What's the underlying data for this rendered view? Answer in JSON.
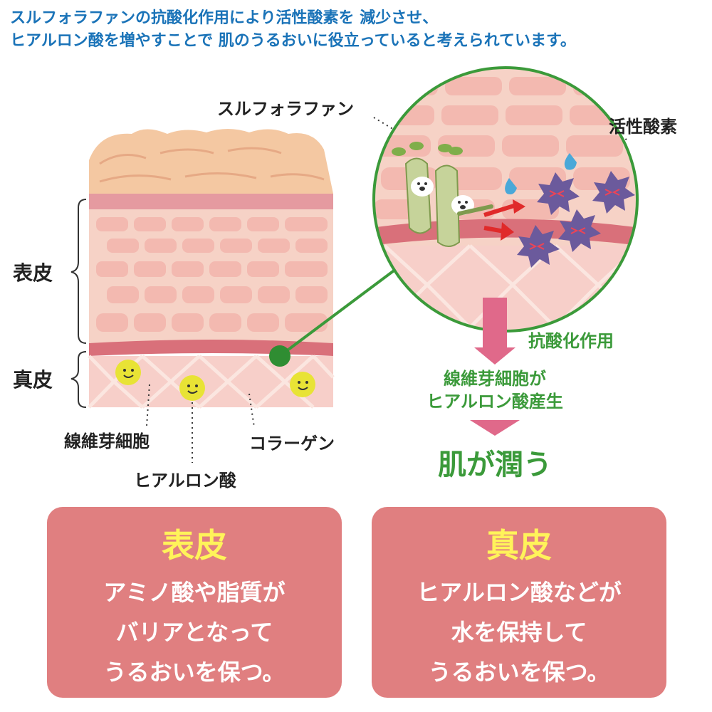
{
  "heading": {
    "line1": "スルフォラファンの抗酸化作用により活性酸素を 減少させ、",
    "line2": "ヒアルロン酸を増やすことで 肌のうるおいに役立っていると考えられています。"
  },
  "diagram": {
    "epidermis_label": "表皮",
    "dermis_label": "真皮",
    "fibroblast_label": "線維芽細胞",
    "hyaluronic_label": "ヒアルロン酸",
    "collagen_label": "コラーゲン",
    "sulforaphane_label": "スルフォラファン",
    "ros_label": "活性酸素"
  },
  "flow": {
    "step1": "抗酸化作用",
    "step2_line1": "線維芽細胞が",
    "step2_line2": "ヒアルロン酸産生",
    "result": "肌が潤う"
  },
  "cards": [
    {
      "title": "表皮",
      "lines": [
        "アミノ酸や脂質が",
        "バリアとなって",
        "うるおいを保つ。"
      ]
    },
    {
      "title": "真皮",
      "lines": [
        "ヒアルロン酸などが",
        "水を保持して",
        "うるおいを保つ。"
      ]
    }
  ],
  "colors": {
    "heading": "#1a73b8",
    "green": "#3b9a3a",
    "card": "#e07f80",
    "card_title": "#fff35a",
    "arrow": "#e0698a"
  }
}
